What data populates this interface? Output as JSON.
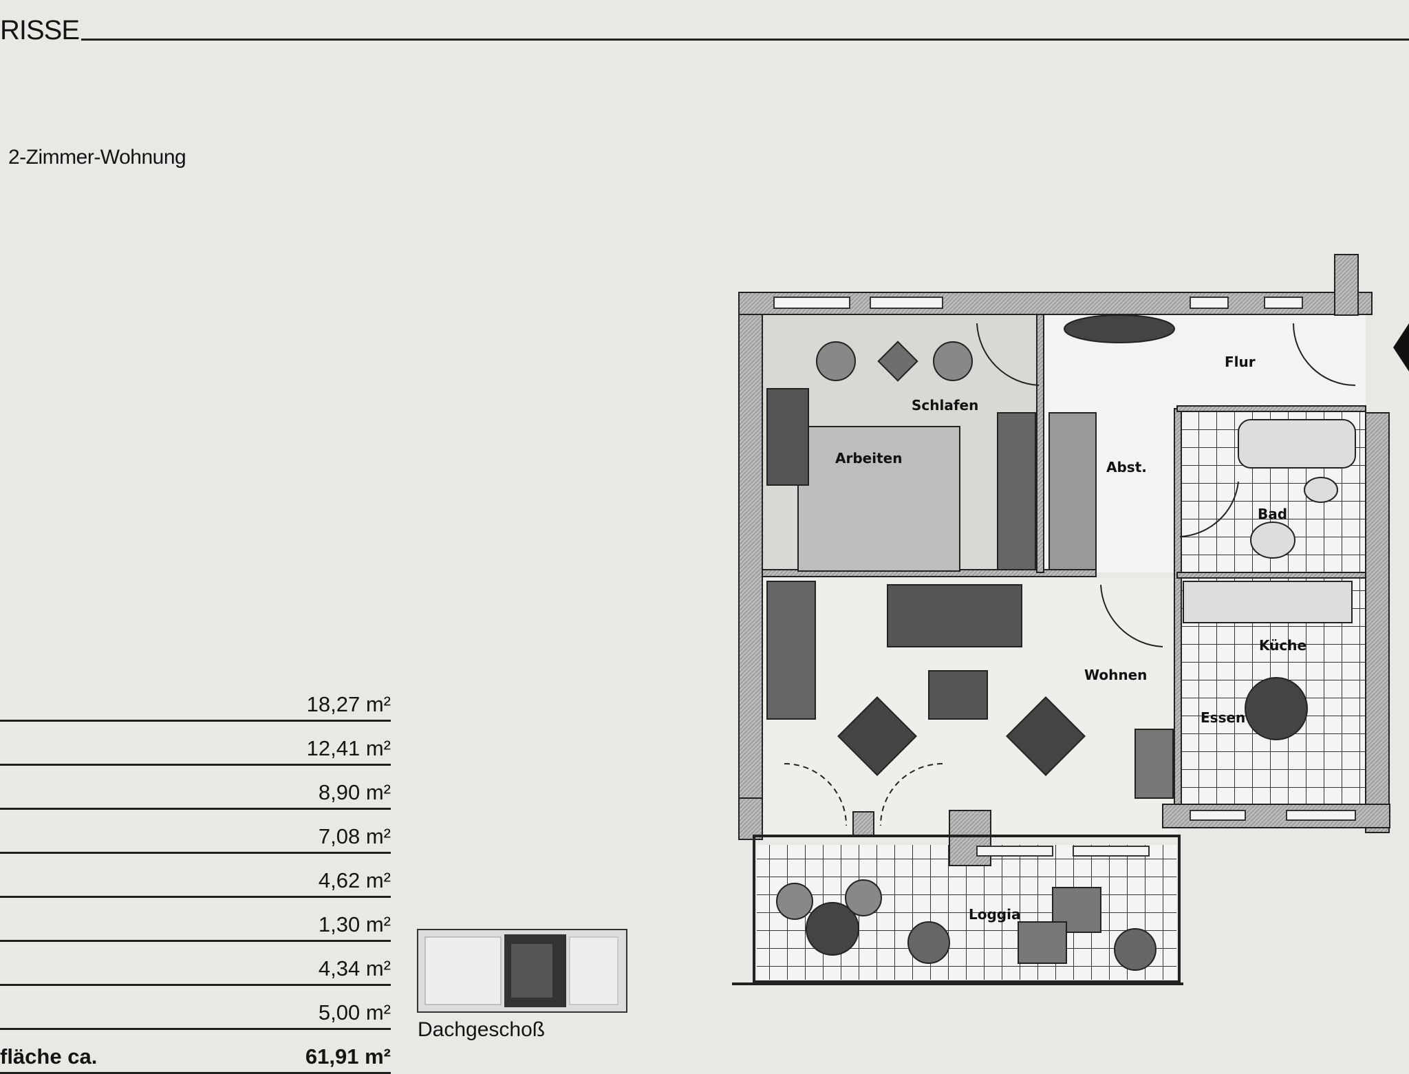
{
  "header": {
    "title": "RISSE"
  },
  "apartment": {
    "type": "2-Zimmer-Wohnung"
  },
  "areas": [
    {
      "value": "18,27 m²"
    },
    {
      "value": "12,41 m²"
    },
    {
      "value": "8,90 m²"
    },
    {
      "value": "7,08 m²"
    },
    {
      "value": "4,62 m²"
    },
    {
      "value": "1,30 m²"
    },
    {
      "value": "4,34 m²"
    },
    {
      "value": "5,00 m²"
    }
  ],
  "total": {
    "label": "fläche ca.",
    "value": "61,91 m²"
  },
  "location_thumbnail": {
    "label": "Dachgeschoß"
  },
  "rooms": {
    "schlafen": "Schlafen",
    "arbeiten": "Arbeiten",
    "abst": "Abst.",
    "flur": "Flur",
    "bad": "Bad",
    "kueche": "Küche",
    "wohnen": "Wohnen",
    "essen": "Essen",
    "loggia": "Loggia"
  }
}
